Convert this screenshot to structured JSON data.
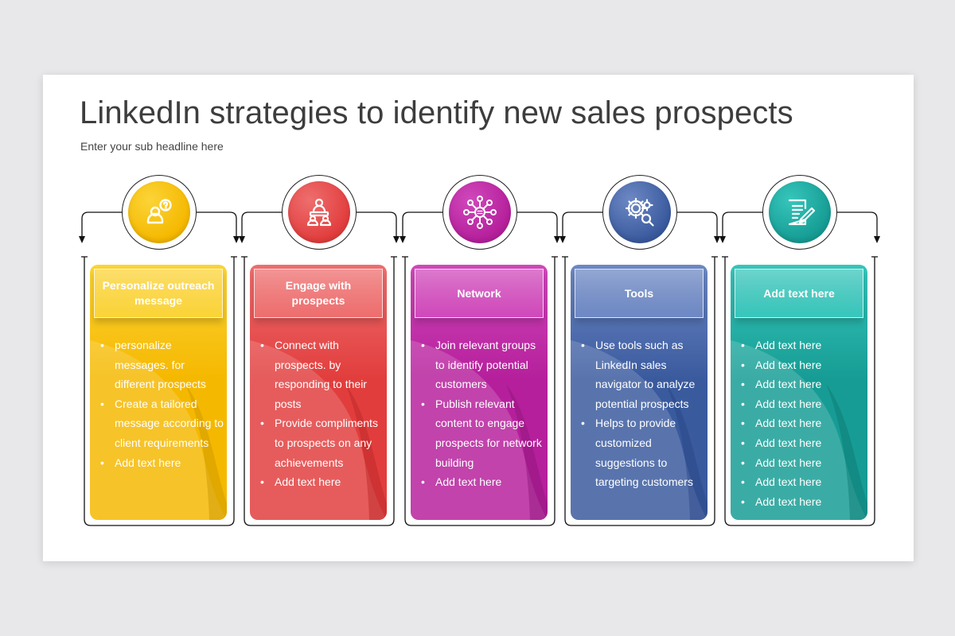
{
  "title": "LinkedIn strategies to identify new sales prospects",
  "subtitle": "Enter your sub headline here",
  "columns": [
    {
      "heading": "Personalize outreach message",
      "icon": "person-question-icon",
      "color": "#f5b800",
      "color_light": "#fbd437",
      "color_dark": "#c99400",
      "bullets": [
        "personalize messages. for different prospects",
        "Create a tailored message according to client requirements",
        "Add text here"
      ]
    },
    {
      "heading": "Engage with prospects",
      "icon": "meeting-people-icon",
      "color": "#e23d3d",
      "color_light": "#ee6e6e",
      "color_dark": "#b92626",
      "bullets": [
        "Connect with prospects. by responding to their posts",
        "Provide compliments to prospects on any achievements",
        "Add text here"
      ]
    },
    {
      "heading": "Network",
      "icon": "network-hub-icon",
      "color": "#b51f9b",
      "color_light": "#d048bb",
      "color_dark": "#8b1377",
      "bullets": [
        "Join relevant groups to identify potential customers",
        "Publish relevant content to engage prospects for network building",
        "Add text here"
      ]
    },
    {
      "heading": "Tools",
      "icon": "gear-search-icon",
      "color": "#3a5a9e",
      "color_light": "#6d88c4",
      "color_dark": "#274482",
      "bullets": [
        "Use tools such as LinkedIn sales navigator to analyze potential prospects",
        "Helps to provide customized suggestions to targeting customers"
      ]
    },
    {
      "heading": "Add text here",
      "icon": "document-pen-icon",
      "color": "#169c94",
      "color_light": "#36c6bb",
      "color_dark": "#0b7770",
      "bullets": [
        "Add text here",
        "Add text here",
        "Add text here",
        "Add text here",
        "Add text here",
        "Add text here",
        "Add text here",
        "Add text here",
        "Add text here"
      ]
    }
  ]
}
